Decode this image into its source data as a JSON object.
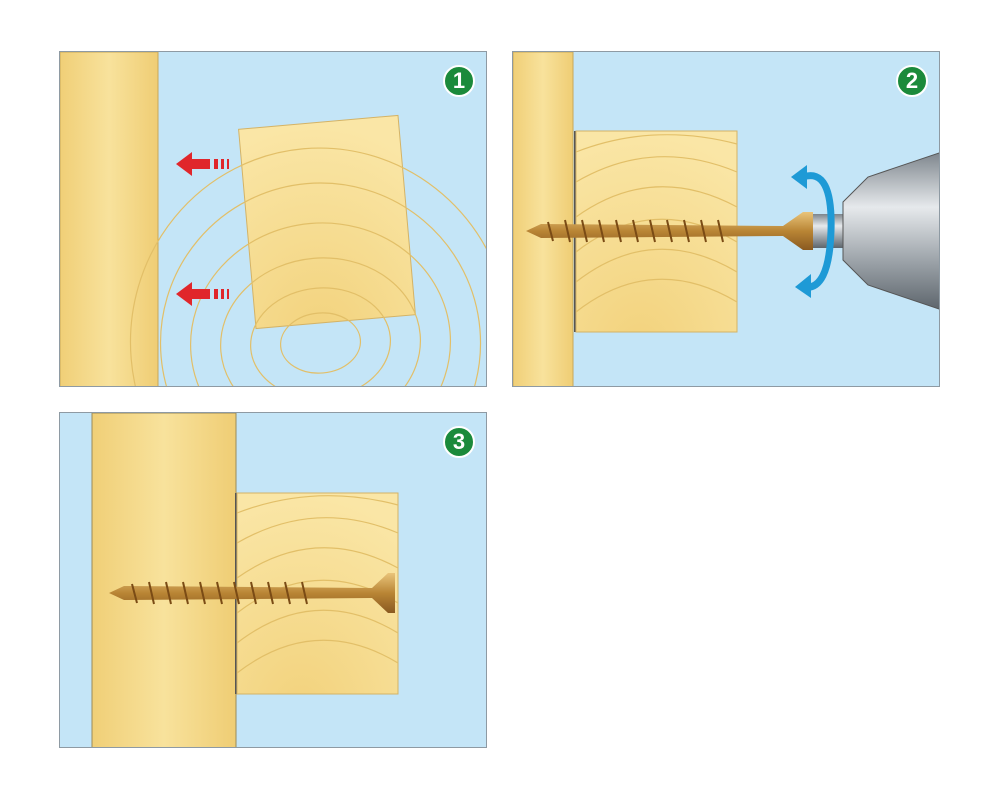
{
  "steps": [
    {
      "number": "1"
    },
    {
      "number": "2"
    },
    {
      "number": "3"
    }
  ],
  "colors": {
    "background": "#c4e5f7",
    "wood": "#f4d88a",
    "badge": "#1b8a3b",
    "arrow": "#e0262b",
    "rotation": "#1e9ad6",
    "screw": "#c89a4a"
  }
}
